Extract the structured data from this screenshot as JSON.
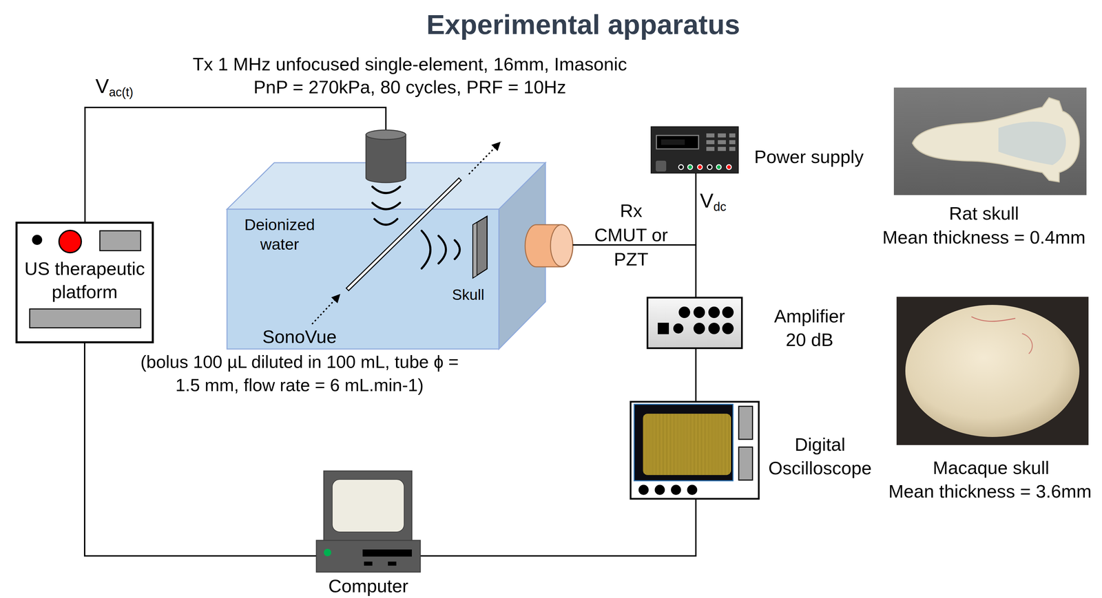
{
  "diagram": {
    "title": "Experimental apparatus",
    "nodes": [
      {
        "text": [
          "US therapeutic platform"
        ]
      },
      {
        "text": [
          "Deionized water"
        ]
      },
      {
        "text": [
          "Skull"
        ],
        "in": 1
      },
      {
        "text": [
          "Power supply"
        ]
      },
      {
        "text": [
          "Amplifier 20 dB"
        ]
      },
      {
        "text": [
          "Digital Oscilloscope"
        ]
      },
      {
        "text": [
          "Computer"
        ]
      }
    ],
    "edges": [
      {
        "from": 0,
        "to": 6,
        "arrow": "none"
      },
      {
        "from": 6,
        "to": 5,
        "arrow": "none"
      },
      {
        "from": 3,
        "to": 4,
        "arrow": "none"
      },
      {
        "from": 4,
        "to": 5,
        "arrow": "none"
      }
    ],
    "labels": [
      "Tx 1 MHz unfocused single-element, 16mm, Imasonic",
      "PnP = 270kPa, 80 cycles, PRF = 10Hz",
      "Vac(t)",
      "SonoVue",
      "(bolus 100 µL diluted in 100 mL, tube ϕ = 1.5 mm, flow rate = 6 mL.min-1)",
      "Rx CMUT or PZT",
      "Vdc",
      "Rat skull",
      "Mean thickness = 0.4mm",
      "Macaque skull",
      "Mean thickness = 3.6mm"
    ]
  }
}
